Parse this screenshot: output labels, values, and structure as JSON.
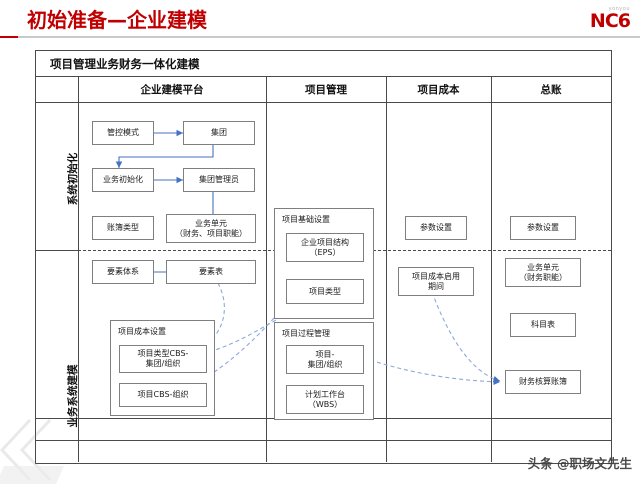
{
  "header": {
    "title": "初始准备—企业建模",
    "logo_sub": "yonyou",
    "logo_main": "NC6",
    "accent_color": "#c00000"
  },
  "table": {
    "caption": "项目管理业务财务一体化建模",
    "columns": [
      {
        "label": "企业建模平台"
      },
      {
        "label": "项目管理"
      },
      {
        "label": "项目成本"
      },
      {
        "label": "总账"
      }
    ],
    "bands": [
      {
        "label": "系统初始化"
      },
      {
        "label": "业务系统建模"
      }
    ]
  },
  "diagram": {
    "nodes": [
      {
        "id": "n1",
        "label": "管控模式"
      },
      {
        "id": "n2",
        "label": "集团"
      },
      {
        "id": "n3",
        "label": "业务初始化"
      },
      {
        "id": "n4",
        "label": "集团管理员"
      },
      {
        "id": "n5",
        "label": "账簿类型"
      },
      {
        "id": "n6",
        "label": "业务单元\n（财务、项目职能）"
      },
      {
        "id": "n7",
        "label": "要素体系"
      },
      {
        "id": "n8",
        "label": "要素表"
      },
      {
        "id": "g1",
        "label": "项目成本设置"
      },
      {
        "id": "n9",
        "label": "项目类型CBS-\n集团/组织"
      },
      {
        "id": "n10",
        "label": "项目CBS-组织"
      },
      {
        "id": "g2",
        "label": "项目基础设置"
      },
      {
        "id": "n11",
        "label": "企业项目结构\n（EPS）"
      },
      {
        "id": "n12",
        "label": "项目类型"
      },
      {
        "id": "g3",
        "label": "项目过程管理"
      },
      {
        "id": "n13",
        "label": "项目-\n集团/组织"
      },
      {
        "id": "n14",
        "label": "计划工作台\n（WBS）"
      },
      {
        "id": "n15",
        "label": "参数设置"
      },
      {
        "id": "n16",
        "label": "项目成本启用\n期间"
      },
      {
        "id": "n17",
        "label": "参数设置"
      },
      {
        "id": "n18",
        "label": "业务单元\n（财务职能）"
      },
      {
        "id": "n19",
        "label": "科目表"
      },
      {
        "id": "n20",
        "label": "财务核算账簿"
      }
    ],
    "connector_color": "#4472c4",
    "dashed_color": "#8ea9db"
  },
  "watermark": {
    "bottom_right": "头条 @职场文先生"
  }
}
